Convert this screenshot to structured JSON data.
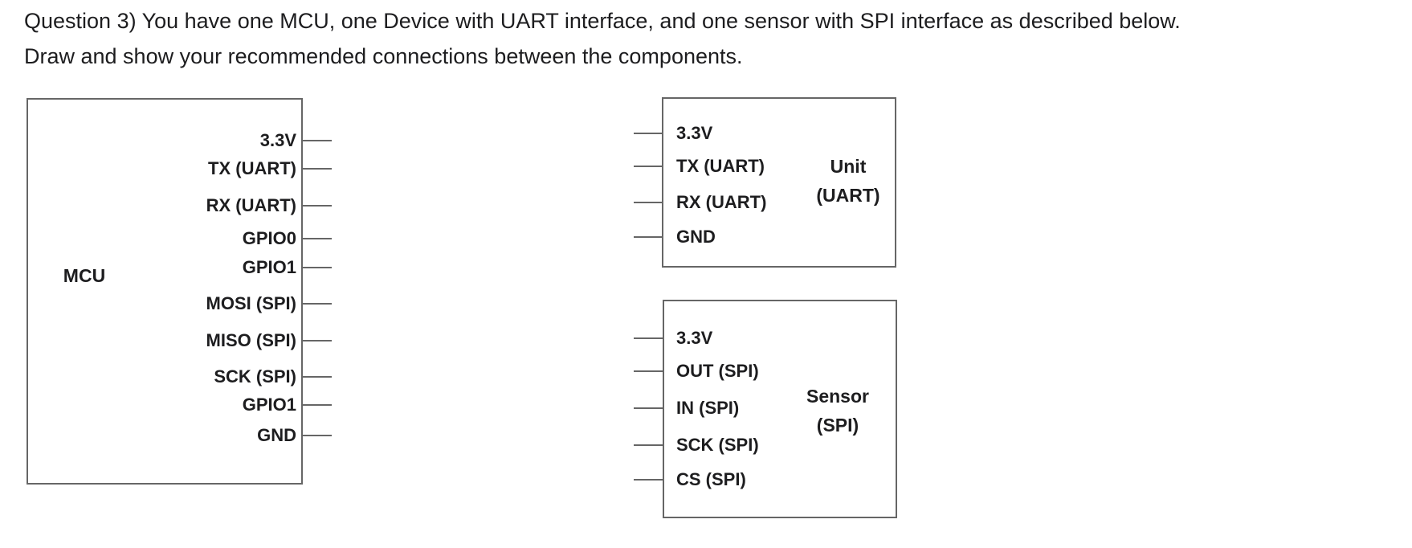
{
  "question": {
    "lines": [
      "Question 3) You have one MCU, one Device with UART interface, and one sensor with SPI interface as described below.",
      "Draw and show your recommended connections between the components."
    ]
  },
  "colors": {
    "text": "#1d1d1f",
    "line": "#666666",
    "background": "#ffffff"
  },
  "diagram": {
    "mcu": {
      "label": "MCU",
      "pins": [
        "3.3V",
        "TX (UART)",
        "RX (UART)",
        "GPIO0",
        "GPIO1",
        "MOSI (SPI)",
        "MISO (SPI)",
        "SCK (SPI)",
        "GPIO1",
        "GND"
      ]
    },
    "uart_unit": {
      "label": {
        "line1": "Unit",
        "line2": "(UART)"
      },
      "pins": [
        "3.3V",
        "TX (UART)",
        "RX (UART)",
        "GND"
      ]
    },
    "spi_sensor": {
      "label": {
        "line1": "Sensor",
        "line2": "(SPI)"
      },
      "pins": [
        "3.3V",
        "OUT (SPI)",
        "IN (SPI)",
        "SCK (SPI)",
        "CS (SPI)"
      ]
    }
  }
}
